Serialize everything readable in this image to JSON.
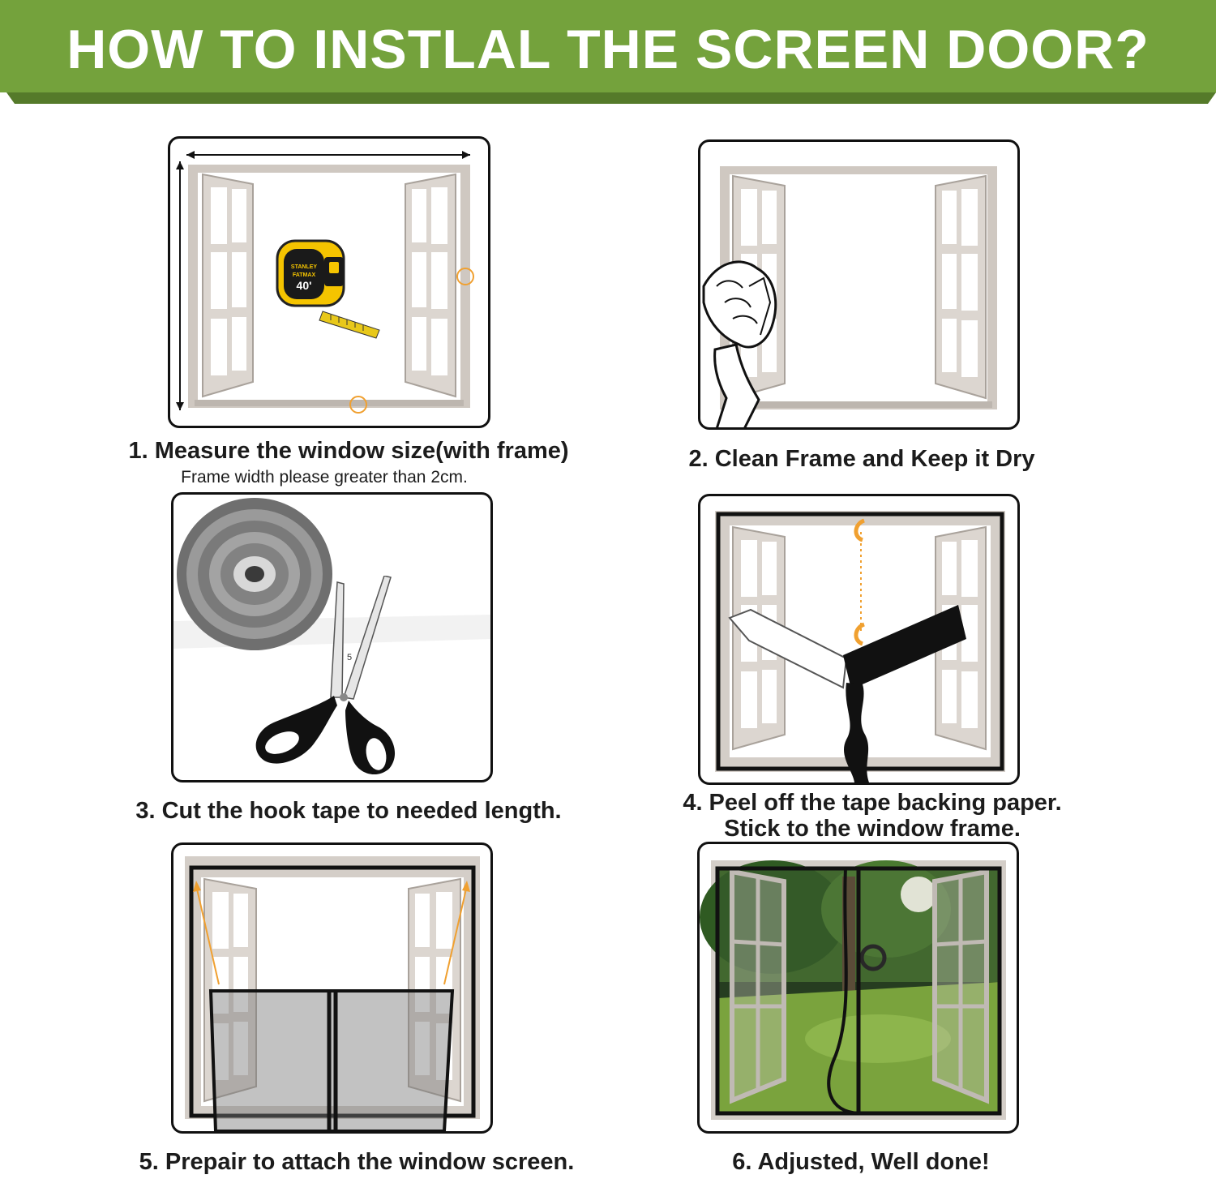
{
  "header": {
    "title": "HOW TO INSTLAL THE SCREEN DOOR?",
    "banner_color": "#74a23c",
    "banner_shadow_color": "#557a2a"
  },
  "steps": [
    {
      "caption": "1. Measure the window size(with frame)",
      "subcaption": "Frame width please greater than 2cm.",
      "icon": "tape-measure-icon",
      "tape_brand": "STANLEY",
      "tape_line": "FATMAX",
      "tape_length": "40'"
    },
    {
      "caption": "2. Clean Frame and Keep it Dry",
      "icon": "gloved-hand-icon"
    },
    {
      "caption": "3. Cut the hook tape to needed length.",
      "icon": "scissors-icon",
      "scissors_mark": "5"
    },
    {
      "caption_line1": "4. Peel off the tape backing paper.",
      "caption_line2": "Stick to the window frame.",
      "icon": "tape-strip-icon"
    },
    {
      "caption": "5. Prepair to attach the window screen.",
      "icon": "screen-net-icon"
    },
    {
      "caption": "6. Adjusted, Well done!",
      "icon": "garden-view-icon"
    }
  ],
  "colors": {
    "frame": "#d9d3cd",
    "frame_shadow": "#a9a29b",
    "accent_orange": "#f0a030",
    "tape_yellow": "#f5c400"
  }
}
